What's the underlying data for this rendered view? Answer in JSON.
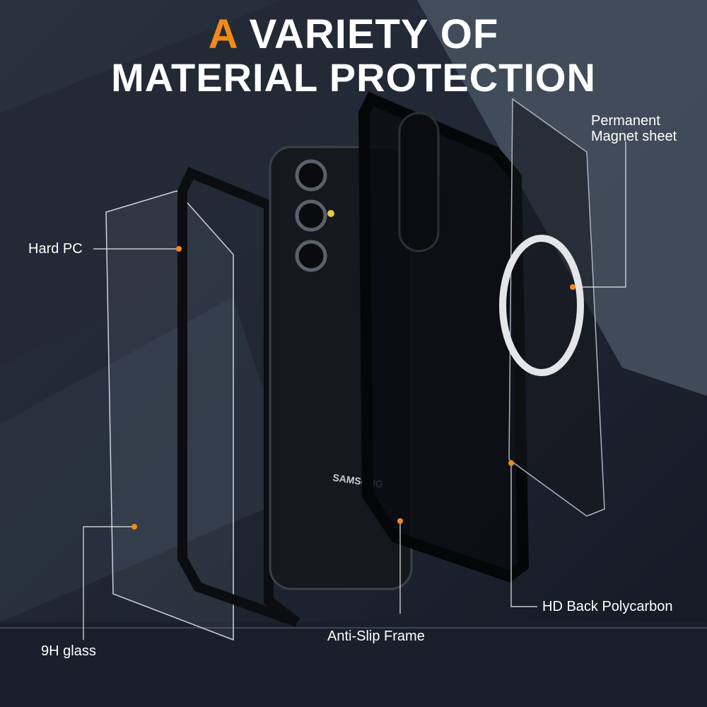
{
  "title": {
    "accent_word": "A",
    "line1_rest": "VARIETY OF",
    "line2": "MATERIAL PROTECTION"
  },
  "labels": {
    "hard_pc": "Hard PC",
    "magnet_line1": "Permanent",
    "magnet_line2": "Magnet sheet",
    "glass": "9H glass",
    "frame": "Anti-Slip Frame",
    "back": "HD Back Polycarbon"
  },
  "phone_brand": "SAMSUNG",
  "colors": {
    "accent": "#f28a1a",
    "background": "#1f2530",
    "text": "#ffffff"
  }
}
